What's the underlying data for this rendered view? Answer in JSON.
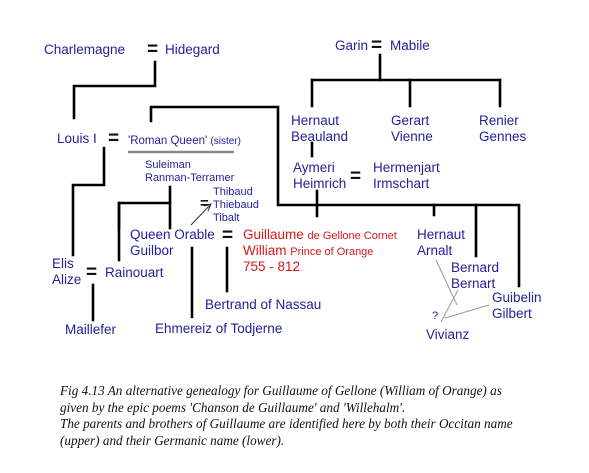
{
  "people": {
    "charlemagne": "Charlemagne",
    "hidegard": "Hidegard",
    "garin": "Garin",
    "mabile": "Mabile",
    "louis": "Louis I",
    "roman_queen": "'Roman Queen'",
    "roman_queen_note": "(sister)",
    "hernaut_beauland": [
      "Hernaut",
      "Beauland"
    ],
    "gerart": [
      "Gerart",
      "Vienne"
    ],
    "renier": [
      "Renier",
      "Gennes"
    ],
    "aymeri": [
      "Aymeri",
      "Heimrich"
    ],
    "hermenjart": [
      "Hermenjart",
      "Irmschart"
    ],
    "suleiman": [
      "Suleiman",
      "Ranman-Terramer"
    ],
    "thibaud": [
      "Thibaud",
      "Thiebaud",
      "Tibalt"
    ],
    "orable": [
      "Queen Orable",
      "Guilbor"
    ],
    "guillaume": {
      "name1": "Guillaume",
      "name1_suffix": "de Gellone Cornet",
      "name2": "William",
      "name2_suffix": "Prince of Orange",
      "dates": "755 - 812"
    },
    "hernaut_arnalt": [
      "Hernaut",
      "Arnalt"
    ],
    "bernard": [
      "Bernard",
      "Bernart"
    ],
    "guibelin": [
      "Guibelin",
      "Gilbert"
    ],
    "question": "?",
    "vivianz": "Vivianz",
    "elis": [
      "Elis",
      "Alize"
    ],
    "rainouart": "Rainouart",
    "maillefer": "Maillefer",
    "bertrand": "Bertrand of Nassau",
    "ehmereiz": "Ehmereiz of Todjerne"
  },
  "symbols": {
    "equals": "="
  },
  "caption": {
    "line1": "Fig  4.13   An alternative genealogy for Guillaume of Gellone (William of Orange) as",
    "line2": "given by the epic poems 'Chanson de Guillaume' and 'Willehalm'.",
    "line3": "The parents and brothers of Guillaume are identified here by both their Occitan name",
    "line4": "(upper) and their Germanic name (lower)."
  },
  "colors": {
    "name": "#22229a",
    "highlight": "#d81818",
    "line": "#000000",
    "gray_line": "#8a8a8a"
  }
}
